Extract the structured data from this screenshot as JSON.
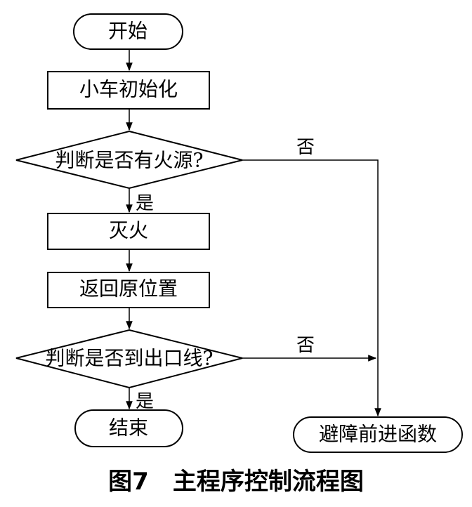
{
  "diagram": {
    "nodes": {
      "start": "开始",
      "init": "小车初始化",
      "fire_check": "判断是否有火源?",
      "extinguish": "灭火",
      "return": "返回原位置",
      "exit_check": "判断是否到出口线?",
      "end": "结束",
      "avoid": "避障前进函数"
    },
    "edge_labels": {
      "fire_yes": "是",
      "fire_no": "否",
      "exit_yes": "是",
      "exit_no": "否"
    }
  },
  "caption": "图7　主程序控制流程图"
}
